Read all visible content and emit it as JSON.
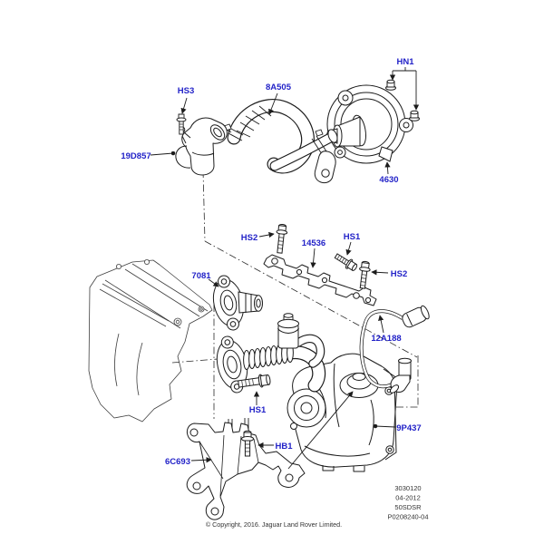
{
  "diagram": {
    "colors": {
      "label": "#2323C8",
      "line": "#1C1C1C"
    },
    "labels": {
      "hn1": "HN1",
      "hs3": "HS3",
      "hose_8a505": "8A505",
      "elbow_19d857": "19D857",
      "pump_4630": "4630",
      "hs2_left": "HS2",
      "plate_14536": "14536",
      "hs1_top": "HS1",
      "hs2_right": "HS2",
      "flange_7081": "7081",
      "wire_12a188": "12A188",
      "hs1_bottom": "HS1",
      "valve_9p437": "9P437",
      "hb1": "HB1",
      "bracket_6c693": "6C693"
    },
    "stamp": [
      "3030120",
      "04-2012",
      "50SDSR",
      "P0208240-04"
    ],
    "copyright": "© Copyright, 2016. Jaguar Land Rover Limited."
  }
}
